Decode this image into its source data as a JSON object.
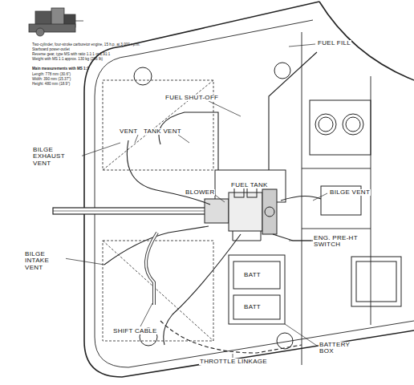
{
  "diagram": {
    "labels": [
      "Two-cylinder, four-stroke carburetor engine, 15 h.p. at 3 000 r.p.m.",
      "Starboard power-outlet",
      "Reverse gear, type MS with ratio 1.1:1 or 1.91:1",
      "Weight with MS 1:1 approx. 130 kg (286 lb)",
      "Main measurements with MS 1:1",
      "Length: 778 mm (30.6\")",
      "Width: 390 mm (15.37\")",
      "Height: 480 mm (18.9\")",
      "FUEL FILL",
      "FUEL SHUT-OFF",
      "VENT",
      "TANK VENT",
      "BILGE EXHAUST VENT",
      "FUEL TANK",
      "BLOWER",
      "BILGE VENT",
      "ENG. PRE-HT SWITCH",
      "BILGE INTAKE VENT",
      "BATT",
      "BATT",
      "SHIFT CABLE",
      "THROTTLE LINKAGE",
      "BATTERY BOX"
    ]
  }
}
